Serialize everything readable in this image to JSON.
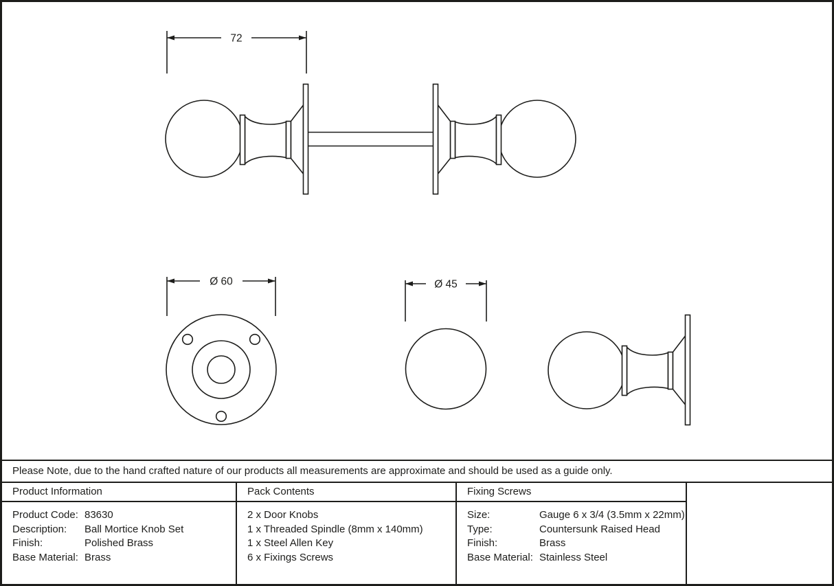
{
  "colors": {
    "line": "#1d1d1b",
    "background": "#ffffff"
  },
  "drawing": {
    "assembly_view": {
      "dimension_label": "72"
    },
    "rose_front_view": {
      "dimension_label": "Ø 60"
    },
    "knob_front_view": {
      "dimension_label": "Ø 45"
    }
  },
  "note": {
    "text": "Please Note, due to the hand crafted nature of our products all measurements are approximate and should be used as a guide only."
  },
  "table": {
    "product_information": {
      "header": "Product Information",
      "rows": [
        {
          "label": "Product Code:",
          "value": "83630"
        },
        {
          "label": "Description:",
          "value": "Ball Mortice Knob Set"
        },
        {
          "label": "Finish:",
          "value": "Polished Brass"
        },
        {
          "label": "Base Material:",
          "value": "Brass"
        }
      ]
    },
    "pack_contents": {
      "header": "Pack Contents",
      "items": [
        "2 x Door Knobs",
        "1 x Threaded Spindle (8mm x 140mm)",
        "1 x Steel Allen Key",
        "6 x Fixings Screws"
      ]
    },
    "fixing_screws": {
      "header": "Fixing Screws",
      "rows": [
        {
          "label": "Size:",
          "value": "Gauge 6 x 3/4 (3.5mm x 22mm)"
        },
        {
          "label": "Type:",
          "value": "Countersunk Raised Head"
        },
        {
          "label": "Finish:",
          "value": "Brass"
        },
        {
          "label": "Base Material:",
          "value": "Stainless Steel"
        }
      ]
    }
  }
}
